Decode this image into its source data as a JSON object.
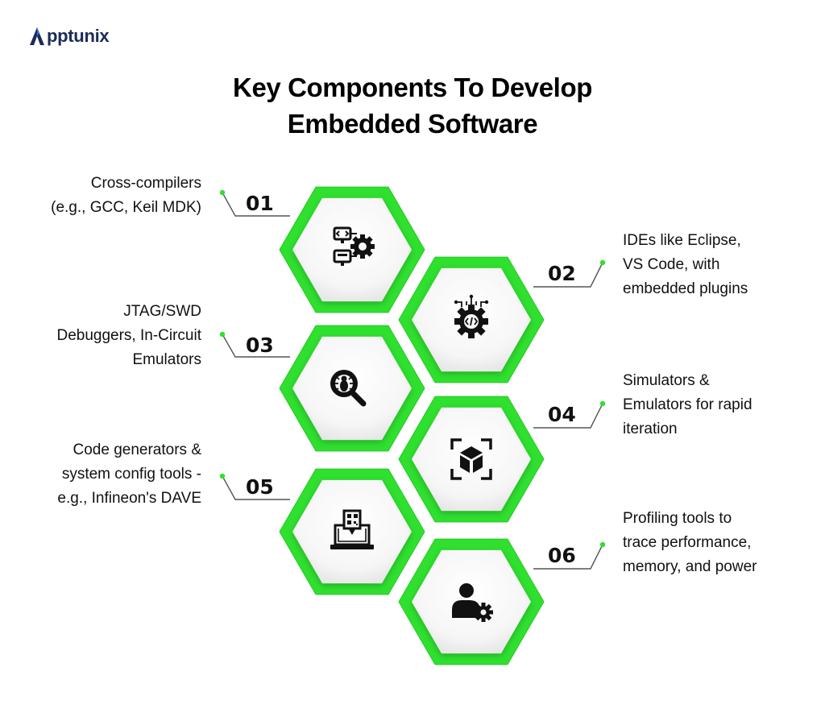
{
  "brand": {
    "logo_text_a": "A",
    "logo_text_rest": "pptunix",
    "accent": "#2fe02f",
    "navy": "#1c2b5a"
  },
  "title": {
    "line1": "Key Components To Develop",
    "line2": "Embedded Software"
  },
  "components": [
    {
      "number": "01",
      "lines": [
        "Cross-compilers",
        "(e.g., GCC, Keil MDK)"
      ],
      "icon": "code-gear-icon"
    },
    {
      "number": "02",
      "lines": [
        "IDEs like Eclipse,",
        "VS Code, with",
        "embedded plugins"
      ],
      "icon": "code-chip-gear-icon"
    },
    {
      "number": "03",
      "lines": [
        "JTAG/SWD",
        "Debuggers, In-Circuit",
        "Emulators"
      ],
      "icon": "bug-search-icon"
    },
    {
      "number": "04",
      "lines": [
        "Simulators &",
        "Emulators for rapid",
        "iteration"
      ],
      "icon": "cube-frame-icon"
    },
    {
      "number": "05",
      "lines": [
        "Code generators &",
        "system config tools -",
        "e.g., Infineon's DAVE"
      ],
      "icon": "laptop-qr-icon"
    },
    {
      "number": "06",
      "lines": [
        "Profiling tools to",
        "trace performance,",
        "memory, and power"
      ],
      "icon": "user-gear-icon"
    }
  ]
}
